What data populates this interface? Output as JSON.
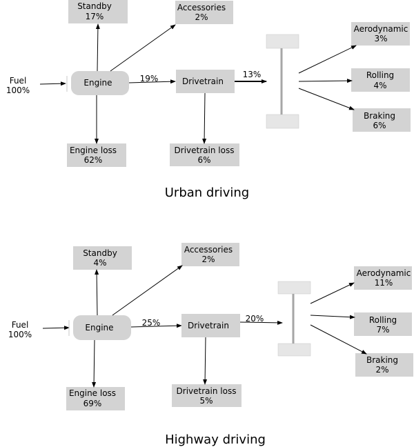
{
  "urban": {
    "title": "Urban driving",
    "fuel": {
      "label": "Fuel",
      "value": "100%"
    },
    "engine": {
      "label": "Engine"
    },
    "standby": {
      "label": "Standby",
      "value": "17%"
    },
    "accessories": {
      "label": "Accessories",
      "value": "2%"
    },
    "engine_loss": {
      "label": "Engine loss",
      "value": "62%"
    },
    "engine_to_drivetrain": "19%",
    "drivetrain": {
      "label": "Drivetrain"
    },
    "drivetrain_loss": {
      "label": "Drivetrain loss",
      "value": "6%"
    },
    "drivetrain_to_wheels": "13%",
    "aerodynamic": {
      "label": "Aerodynamic",
      "value": "3%"
    },
    "rolling": {
      "label": "Rolling",
      "value": "4%"
    },
    "braking": {
      "label": "Braking",
      "value": "6%"
    }
  },
  "highway": {
    "title": "Highway driving",
    "fuel": {
      "label": "Fuel",
      "value": "100%"
    },
    "engine": {
      "label": "Engine"
    },
    "standby": {
      "label": "Standby",
      "value": "4%"
    },
    "accessories": {
      "label": "Accessories",
      "value": "2%"
    },
    "engine_loss": {
      "label": "Engine loss",
      "value": "69%"
    },
    "engine_to_drivetrain": "25%",
    "drivetrain": {
      "label": "Drivetrain"
    },
    "drivetrain_loss": {
      "label": "Drivetrain loss",
      "value": "5%"
    },
    "drivetrain_to_wheels": "20%",
    "aerodynamic": {
      "label": "Aerodynamic",
      "value": "11%"
    },
    "rolling": {
      "label": "Rolling",
      "value": "7%"
    },
    "braking": {
      "label": "Braking",
      "value": "2%"
    }
  },
  "colors": {
    "box": "#d3d3d3",
    "axle": "#a6a6a6"
  }
}
